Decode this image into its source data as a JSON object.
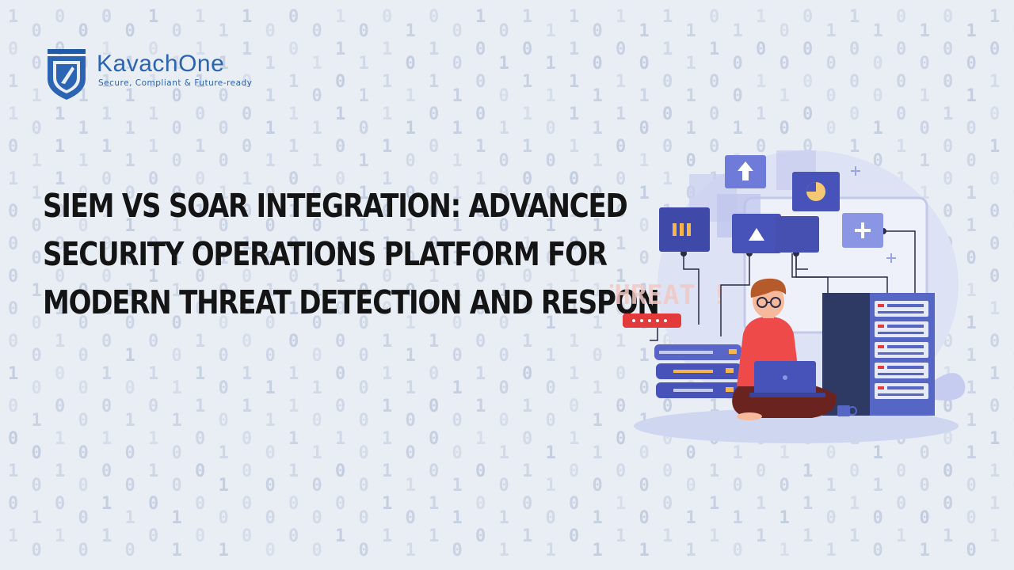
{
  "brand": {
    "name": "KavachOne",
    "tagline": "Secure, Compliant & Future-ready"
  },
  "headline": {
    "lines": [
      "SIEM VS SOAR INTEGRATION: ADVANCED",
      "SECURITY OPERATIONS PLATFORM FOR",
      "MODERN THREAT DETECTION AND RESPONSE"
    ]
  },
  "background_text": "THREAT !",
  "colors": {
    "background": "#e9edf4",
    "brand_blue": "#2a64b3",
    "headline": "#141414",
    "panel_blue": "#4753b8",
    "server_dark": "#2e3a63",
    "shirt_red": "#ee4a4a",
    "alert_red": "#e33b3b"
  },
  "illustration": {
    "icons": [
      "arrow-up-icon",
      "pie-chart-icon",
      "bars-icon",
      "triangle-up-icon",
      "plus-icon"
    ]
  }
}
